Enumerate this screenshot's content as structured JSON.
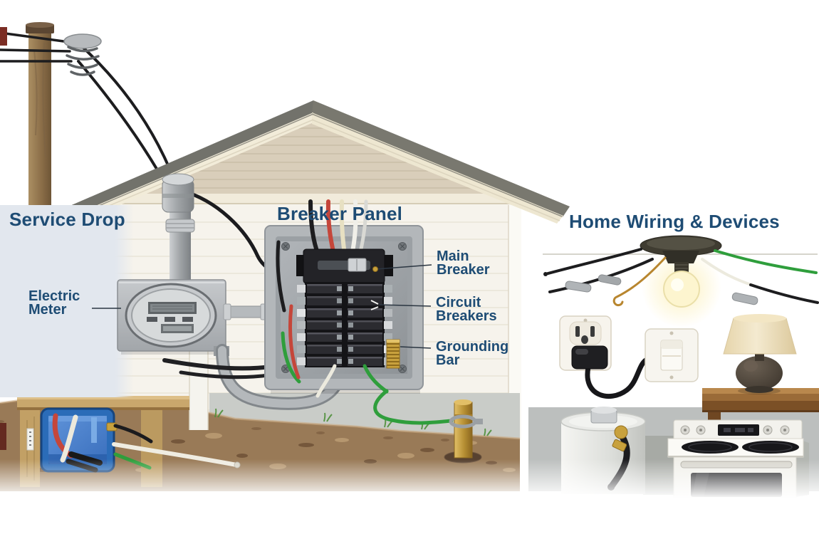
{
  "labels": {
    "service_drop": "Service Drop",
    "electric_meter": [
      "Electric",
      "Meter"
    ],
    "breaker_panel": "Breaker Panel",
    "main_breaker": [
      "Main",
      "Breaker"
    ],
    "circuit_breakers": [
      "Circuit",
      "Breakers"
    ],
    "grounding_bar": [
      "Grounding",
      "Bar"
    ],
    "home_wiring": "Home Wiring & Devices"
  },
  "colors": {
    "label_text": "#1e4c74",
    "leader_line": "#2b3642",
    "info_panel_bg": "#e2e7ee",
    "ground_wire_green": "#2f9e3c",
    "hot_wire_red": "#c5463a",
    "neutral_wire_white": "#efeee6",
    "brass": "#c8a13d",
    "junction_box_blue": "#2b6cb8"
  },
  "components": [
    "utility-pole",
    "power-lines",
    "insulator",
    "weatherhead",
    "service-conduit",
    "electric-meter",
    "meter-conduit",
    "breaker-panel",
    "main-breaker",
    "circuit-breakers",
    "grounding-bar",
    "ground-wire",
    "ground-rod",
    "underground-junction-box",
    "ceiling-light",
    "wall-outlet",
    "plug",
    "light-switch",
    "table-lamp",
    "side-table",
    "water-heater",
    "electric-range"
  ]
}
